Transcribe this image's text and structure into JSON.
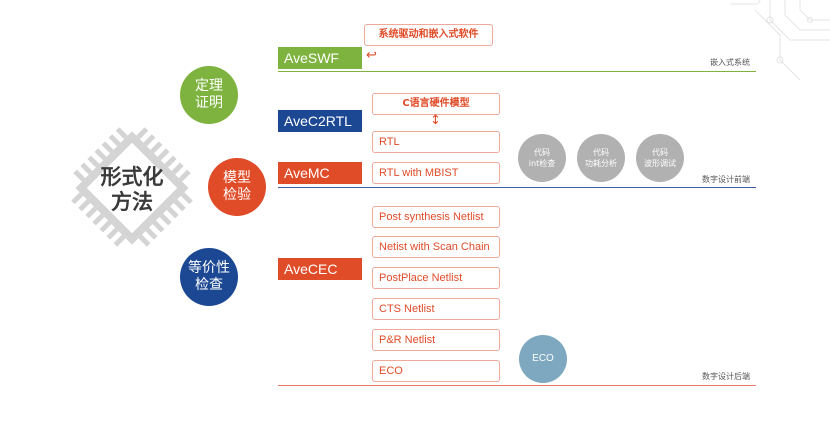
{
  "center": {
    "label_line1": "形式化",
    "label_line2": "方法"
  },
  "methods": [
    {
      "line1": "定理",
      "line2": "证明",
      "color": "#7eb33f"
    },
    {
      "line1": "模型",
      "line2": "检验",
      "color": "#e04b28"
    },
    {
      "line1": "等价性",
      "line2": "检查",
      "color": "#1c4893"
    }
  ],
  "tools": [
    {
      "label": "AveSWF",
      "color": "#7eb33f"
    },
    {
      "label": "AveC2RTL",
      "color": "#1c4893"
    },
    {
      "label": "AveMC",
      "color": "#e04b28"
    },
    {
      "label": "AveCEC",
      "color": "#e04b28"
    }
  ],
  "lines": [
    {
      "label": "嵌入式系统",
      "color": "#7eb33f"
    },
    {
      "label": "数字设计前端",
      "color": "#3b5ea8"
    },
    {
      "label": "数字设计后端",
      "color": "#e9776a"
    }
  ],
  "boxes": {
    "embedded": "系统驱动和嵌入式软件",
    "cmodel": "C语言硬件模型",
    "rtl": "RTL",
    "rtl_mbist": "RTL with MBIST",
    "netlists": [
      "Post synthesis Netlist",
      "Netist with Scan Chain",
      "PostPlace Netlist",
      "CTS Netlist",
      "P&R Netlist",
      "ECO"
    ]
  },
  "arrows": {
    "left_return": "↩",
    "updown": "↕"
  },
  "code_circles": [
    {
      "line1": "代码",
      "line2": "int检查"
    },
    {
      "line1": "代码",
      "line2": "功耗分析"
    },
    {
      "line1": "代码",
      "line2": "波形调试"
    }
  ],
  "eco_circle": "ECO"
}
